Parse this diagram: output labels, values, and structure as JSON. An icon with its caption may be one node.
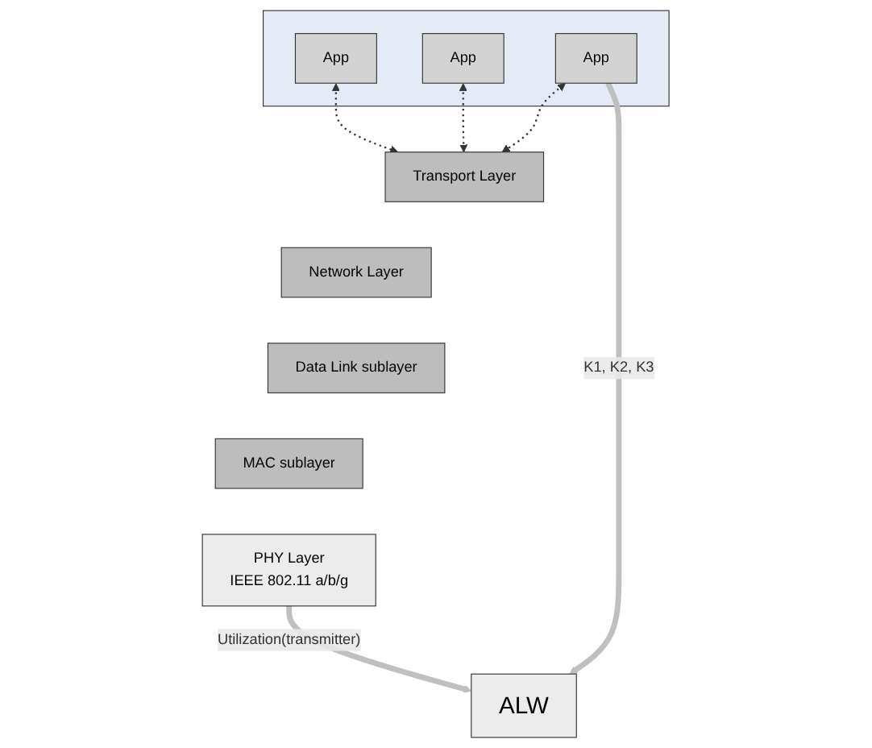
{
  "diagram": {
    "nodes": [
      {
        "text": [],
        "shape": "box"
      },
      {
        "text": [
          "App"
        ],
        "in": 0
      },
      {
        "text": [
          "App"
        ],
        "in": 0
      },
      {
        "text": [
          "App"
        ],
        "in": 0
      },
      {
        "text": [
          "Transport Layer"
        ]
      },
      {
        "text": [
          "Network Layer"
        ]
      },
      {
        "text": [
          "ALW"
        ]
      },
      {
        "text": [
          "Data Link sublayer"
        ]
      },
      {
        "text": [
          "MAC sublayer"
        ]
      },
      {
        "text": [
          "PHY Layer",
          "IEEE 802.11 a/b/g"
        ]
      }
    ],
    "edges": [
      {
        "from": 1,
        "to": 4,
        "arrow": "both",
        "style": "dashed"
      },
      {
        "from": 2,
        "to": 4,
        "arrow": "both",
        "style": "dashed"
      },
      {
        "from": 3,
        "to": 4,
        "arrow": "both",
        "style": "dashed"
      },
      {
        "from": 3,
        "to": 6,
        "arrow": "to",
        "label": "K1, K2, K3",
        "style": "thick",
        "color": "#bfbfbf"
      },
      {
        "from": 9,
        "to": 6,
        "arrow": "to",
        "label": "Utilization(transmitter)",
        "style": "thick",
        "color": "#bfbfbf"
      }
    ]
  }
}
